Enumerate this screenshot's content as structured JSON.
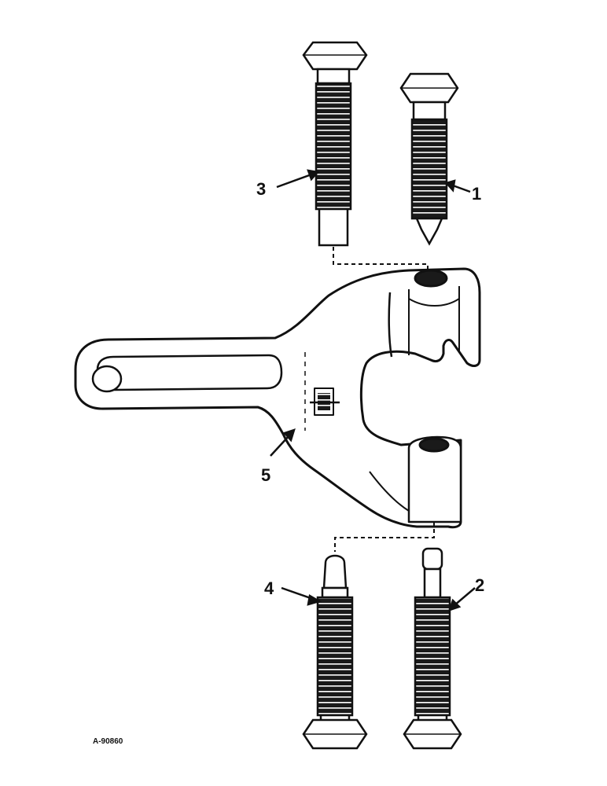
{
  "callouts": [
    {
      "number": "1"
    },
    {
      "number": "2"
    },
    {
      "number": "3"
    },
    {
      "number": "4"
    },
    {
      "number": "5"
    }
  ],
  "figure_code": "A-90860",
  "colors": {
    "ink": "#111111",
    "paper": "#ffffff"
  }
}
